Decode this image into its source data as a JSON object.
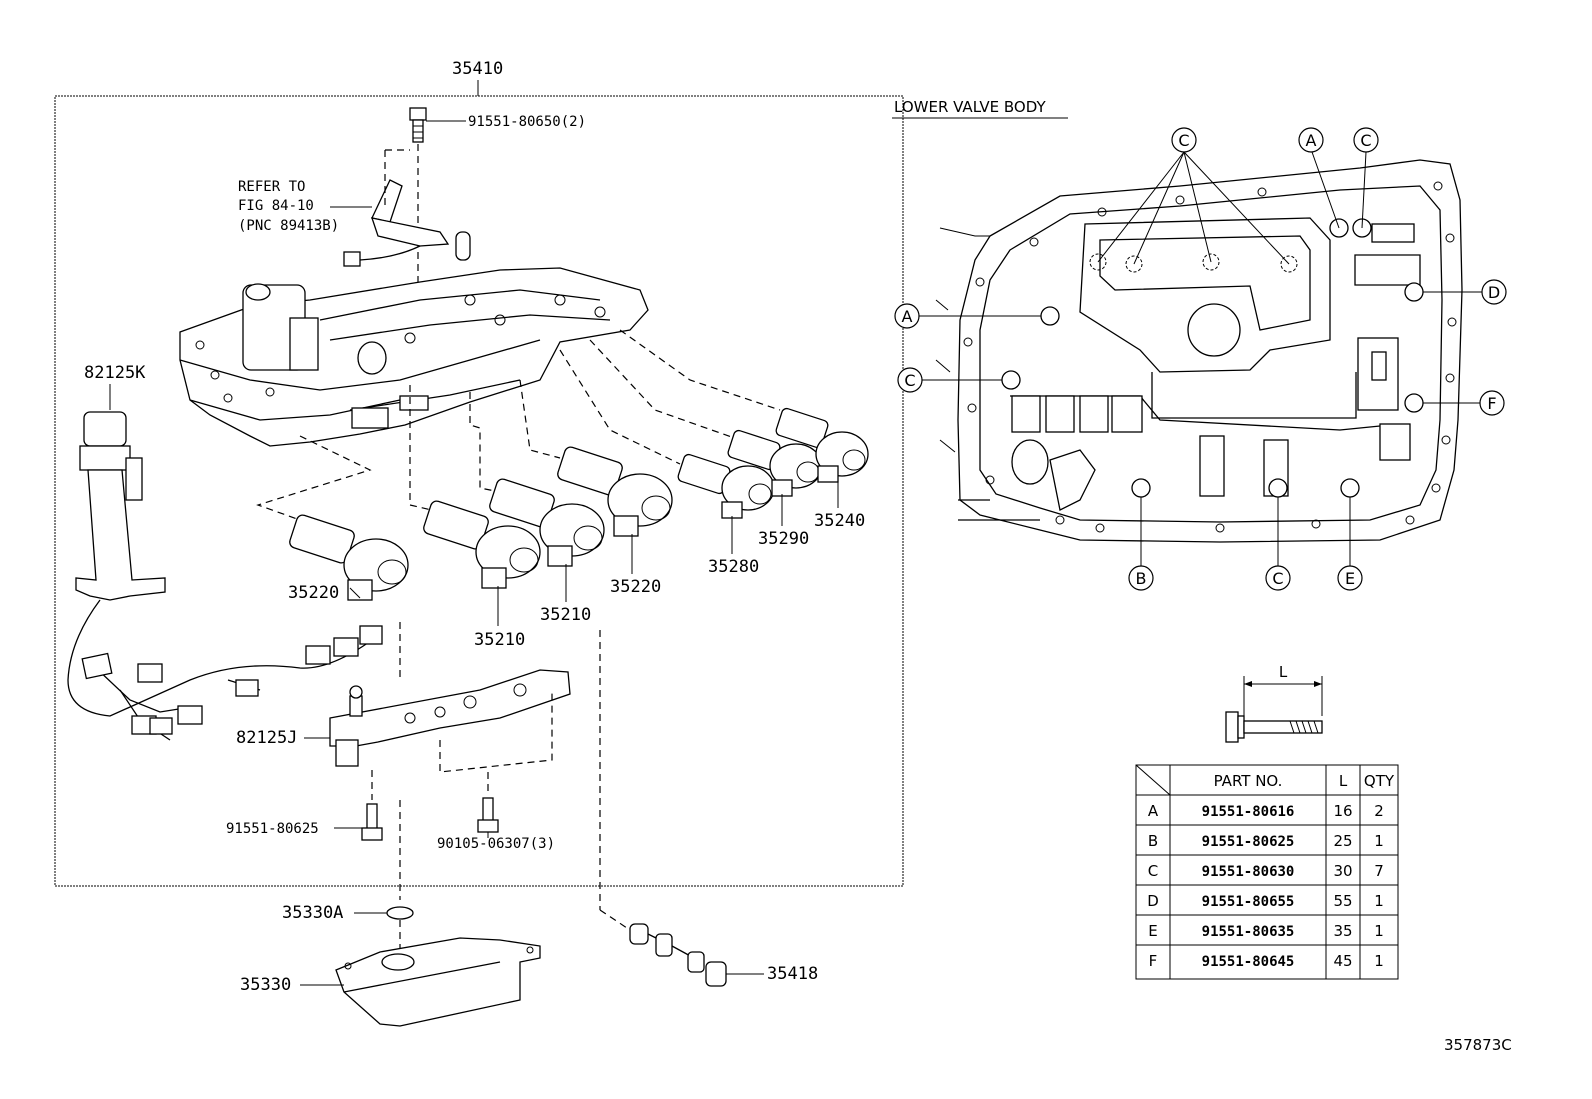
{
  "assembly_label": "35410",
  "lower_valve_body_title": "LOWER VALVE BODY",
  "refer_note": [
    "REFER TO",
    "FIG 84-10",
    "(PNC 89413B)"
  ],
  "parts": {
    "p91551_80650": "91551-80650(2)",
    "p82125K": "82125K",
    "p35220_left": "35220",
    "p35210_a": "35210",
    "p35210_b": "35210",
    "p35220_right": "35220",
    "p35280": "35280",
    "p35290": "35290",
    "p35240": "35240",
    "p82125J": "82125J",
    "p91551_80625": "91551-80625",
    "p90105_06307": "90105-06307(3)",
    "p35330A": "35330A",
    "p35330": "35330",
    "p35418": "35418"
  },
  "callouts": {
    "c_top_C": "C",
    "c_top_A": "A",
    "c_top_C2": "C",
    "c_left_A": "A",
    "c_left_C": "C",
    "c_right_D": "D",
    "c_right_F": "F",
    "c_bottom_B": "B",
    "c_bottom_C": "C",
    "c_bottom_E": "E"
  },
  "bolt_dimension_label": "L",
  "table": {
    "headers": [
      "",
      "PART NO.",
      "L",
      "QTY"
    ],
    "rows": [
      {
        "key": "A",
        "part": "91551-80616",
        "L": "16",
        "qty": "2"
      },
      {
        "key": "B",
        "part": "91551-80625",
        "L": "25",
        "qty": "1"
      },
      {
        "key": "C",
        "part": "91551-80630",
        "L": "30",
        "qty": "7"
      },
      {
        "key": "D",
        "part": "91551-80655",
        "L": "55",
        "qty": "1"
      },
      {
        "key": "E",
        "part": "91551-80635",
        "L": "35",
        "qty": "1"
      },
      {
        "key": "F",
        "part": "91551-80645",
        "L": "45",
        "qty": "1"
      }
    ]
  },
  "figure_id": "357873C"
}
